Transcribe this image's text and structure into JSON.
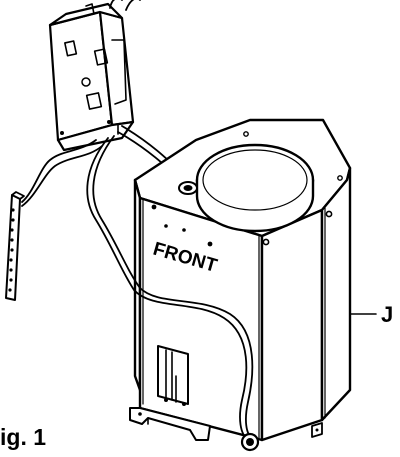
{
  "figure": {
    "caption": "ig. 1",
    "tank_front_label": "FRONT",
    "callout_letter": "J"
  }
}
